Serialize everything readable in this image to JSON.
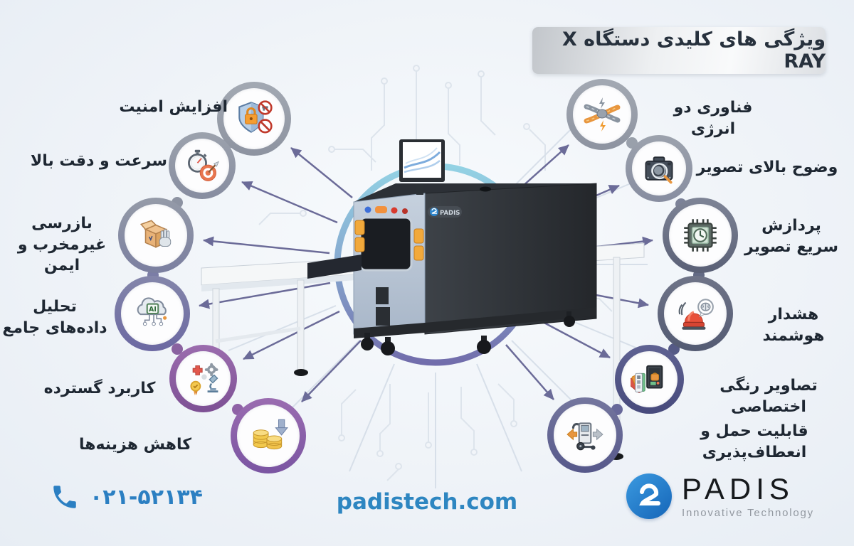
{
  "title": {
    "text": "ویژگی های کلیدی دستگاه X RAY"
  },
  "features_left": [
    {
      "label": "افزایش امنیت",
      "icon": "shield-security-icon"
    },
    {
      "label": "سرعت و دقت بالا",
      "icon": "stopwatch-accuracy-icon"
    },
    {
      "label": "بازرسی\nغیرمخرب و ایمن",
      "icon": "package-inspection-icon"
    },
    {
      "label": "تحلیل\nداده‌های جامع",
      "icon": "ai-data-analysis-icon"
    },
    {
      "label": "کاربرد گسترده",
      "icon": "wide-application-icon"
    },
    {
      "label": "کاهش هزینه‌ها",
      "icon": "cost-reduction-icon"
    }
  ],
  "features_right": [
    {
      "label": "فناوری دو انرژی",
      "icon": "dual-energy-icon"
    },
    {
      "label": "وضوح بالای تصویر",
      "icon": "image-clarity-icon"
    },
    {
      "label": "پردازش\nسریع تصویر",
      "icon": "fast-processing-icon"
    },
    {
      "label": "هشدار هوشمند",
      "icon": "smart-alarm-icon"
    },
    {
      "label": "تصاویر رنگی اختصاصی",
      "icon": "color-imaging-icon"
    },
    {
      "label": "قابلیت حمل و\nانعطاف‌پذیری",
      "icon": "portability-icon"
    }
  ],
  "machine": {
    "brand_label": "PADIS"
  },
  "footer": {
    "phone": "۰۲۱-۵۲۱۳۴",
    "website": "padistech.com",
    "brand": "PADIS",
    "tagline": "Innovative Technology"
  },
  "colors": {
    "accent_blue": "#2e86c1",
    "title_text": "#27313d",
    "ring_gray": "#949aa6",
    "ring_purple": "#6b5b9d",
    "arrow": "#6b6b98",
    "center_ring_top": "#8fd0e6",
    "center_ring_bottom": "#716dab"
  }
}
